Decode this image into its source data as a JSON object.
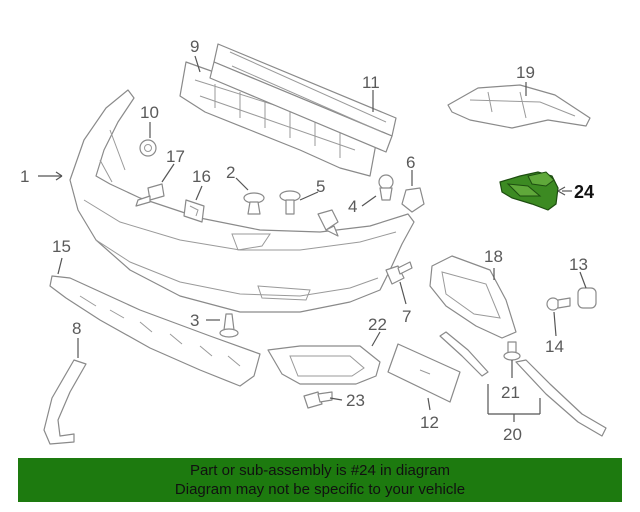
{
  "callouts": {
    "c1": "1",
    "c2": "2",
    "c3": "3",
    "c4": "4",
    "c5": "5",
    "c6": "6",
    "c7": "7",
    "c8": "8",
    "c9": "9",
    "c10": "10",
    "c11": "11",
    "c12": "12",
    "c13": "13",
    "c14": "14",
    "c15": "15",
    "c16": "16",
    "c17": "17",
    "c18": "18",
    "c19": "19",
    "c20": "20",
    "c21": "21",
    "c22": "22",
    "c23": "23",
    "c24": "24"
  },
  "highlight": {
    "color": "#3c8a22",
    "part": "24"
  },
  "banner": {
    "line1": "Part or sub-assembly is #24 in diagram",
    "line2": "Diagram may not be specific to your vehicle",
    "background": "#1d7a0f"
  }
}
